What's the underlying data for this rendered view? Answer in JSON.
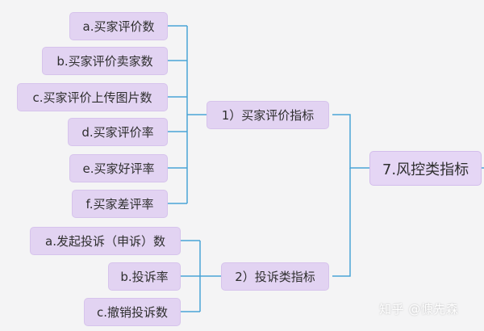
{
  "diagram": {
    "root": "7.风控类指标",
    "groups": [
      {
        "label": "1）买家评价指标",
        "items": [
          "a.买家评价数",
          "b.买家评价卖家数",
          "c.买家评价上传图片数",
          "d.买家评价率",
          "e.买家好评率",
          "f.买家差评率"
        ]
      },
      {
        "label": "2）投诉类指标",
        "items": [
          "a.发起投诉（申诉）数",
          "b.投诉率",
          "c.撤销投诉数"
        ]
      }
    ]
  },
  "watermark": "知乎 @慷先森",
  "colors": {
    "node_fill": "#e2d3f2",
    "connector": "#4aa3d6",
    "background": "#f4f4f5"
  }
}
